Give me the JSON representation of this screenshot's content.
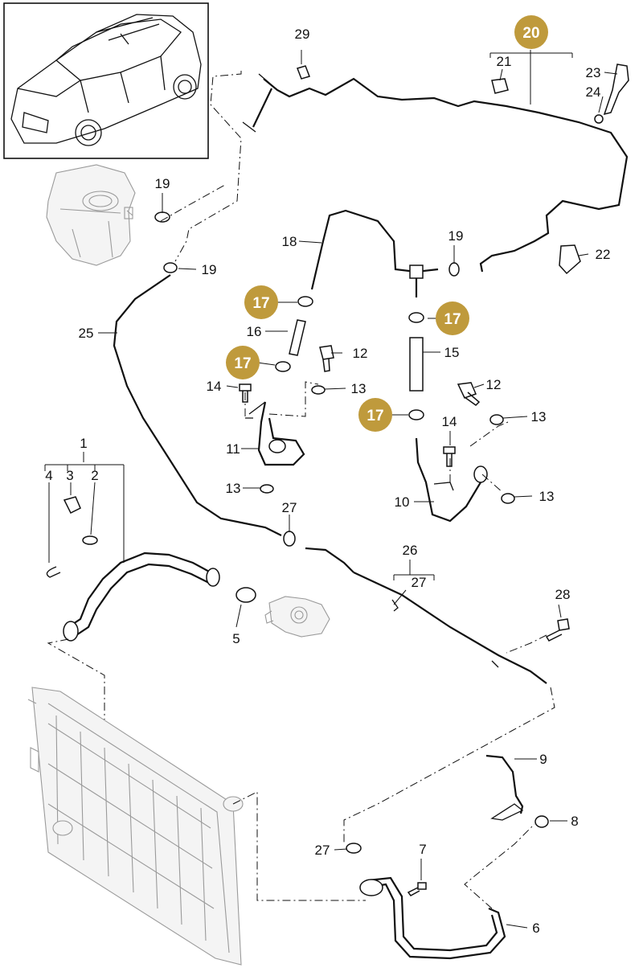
{
  "badge_color": "#bf9a3c",
  "callouts": [
    {
      "id": "c29a",
      "text": "29"
    },
    {
      "id": "c20",
      "text": "20",
      "highlight": true
    },
    {
      "id": "c21",
      "text": "21"
    },
    {
      "id": "c23",
      "text": "23"
    },
    {
      "id": "c24",
      "text": "24"
    },
    {
      "id": "c19a",
      "text": "19"
    },
    {
      "id": "c19b",
      "text": "19"
    },
    {
      "id": "c19c",
      "text": "19"
    },
    {
      "id": "c18",
      "text": "18"
    },
    {
      "id": "c22",
      "text": "22"
    },
    {
      "id": "c17a",
      "text": "17",
      "highlight": true
    },
    {
      "id": "c17b",
      "text": "17",
      "highlight": true
    },
    {
      "id": "c17c",
      "text": "17",
      "highlight": true
    },
    {
      "id": "c17d",
      "text": "17",
      "highlight": true
    },
    {
      "id": "c25",
      "text": "25"
    },
    {
      "id": "c16",
      "text": "16"
    },
    {
      "id": "c12a",
      "text": "12"
    },
    {
      "id": "c12b",
      "text": "12"
    },
    {
      "id": "c15",
      "text": "15"
    },
    {
      "id": "c14a",
      "text": "14"
    },
    {
      "id": "c14b",
      "text": "14"
    },
    {
      "id": "c13a",
      "text": "13"
    },
    {
      "id": "c13b",
      "text": "13"
    },
    {
      "id": "c13c",
      "text": "13"
    },
    {
      "id": "c13d",
      "text": "13"
    },
    {
      "id": "c11",
      "text": "11"
    },
    {
      "id": "c10",
      "text": "10"
    },
    {
      "id": "c1",
      "text": "1"
    },
    {
      "id": "c4",
      "text": "4"
    },
    {
      "id": "c3",
      "text": "3"
    },
    {
      "id": "c2",
      "text": "2"
    },
    {
      "id": "c27a",
      "text": "27"
    },
    {
      "id": "c27b",
      "text": "27"
    },
    {
      "id": "c27c",
      "text": "27"
    },
    {
      "id": "c26",
      "text": "26"
    },
    {
      "id": "c28",
      "text": "28"
    },
    {
      "id": "c5",
      "text": "5"
    },
    {
      "id": "c9",
      "text": "9"
    },
    {
      "id": "c8",
      "text": "8"
    },
    {
      "id": "c7",
      "text": "7"
    },
    {
      "id": "c6",
      "text": "6"
    }
  ]
}
